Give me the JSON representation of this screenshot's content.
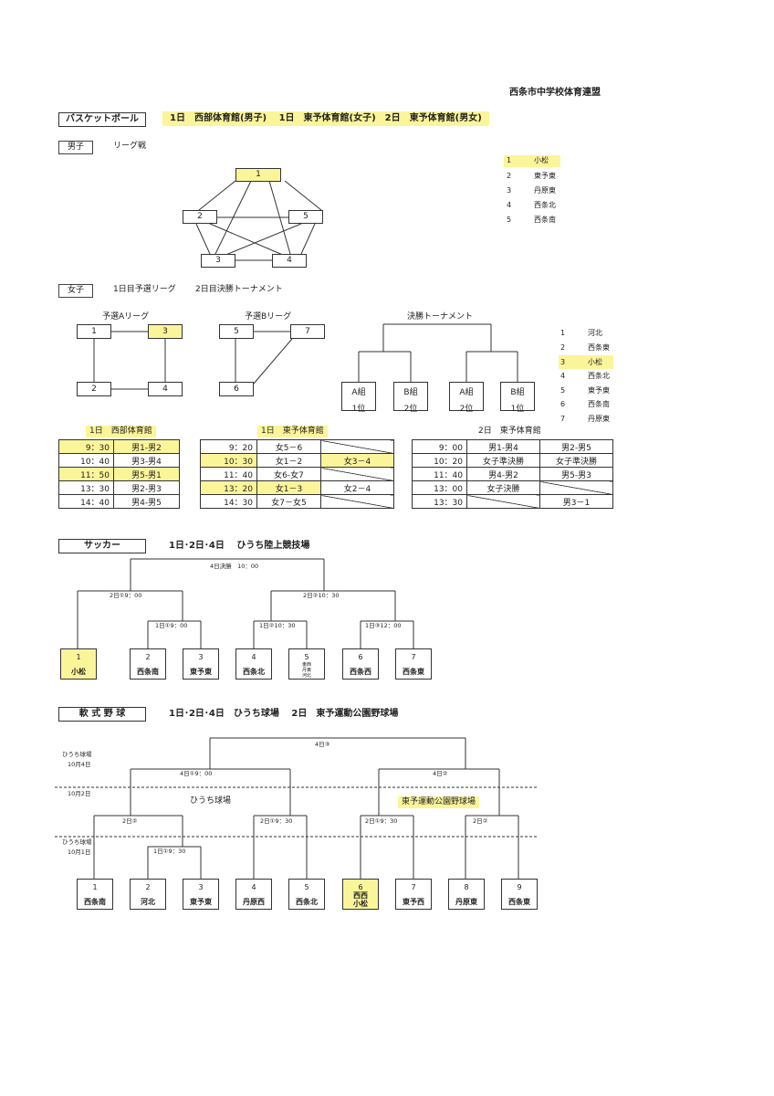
{
  "org": "西条市中学校体育連盟",
  "basketball": {
    "title": "バスケットボール",
    "venues": "1日　西部体育館(男子)　 1日　東予体育館(女子)　2日　東予体育館(男女)",
    "boys": {
      "label": "男子",
      "format": "リーグ戦",
      "nodes": [
        "1",
        "2",
        "5",
        "3",
        "4"
      ],
      "teams": [
        {
          "no": "1",
          "name": "小松"
        },
        {
          "no": "2",
          "name": "東予東"
        },
        {
          "no": "3",
          "name": "丹原東"
        },
        {
          "no": "4",
          "name": "西条北"
        },
        {
          "no": "5",
          "name": "西条南"
        }
      ]
    },
    "girls": {
      "label": "女子",
      "format1": "1日目予選リーグ",
      "format2": "2日目決勝トーナメント",
      "league_a": {
        "title": "予選Aリーグ",
        "nodes": [
          "1",
          "3",
          "2",
          "4"
        ]
      },
      "league_b": {
        "title": "予選Bリーグ",
        "nodes": [
          "5",
          "7",
          "6"
        ]
      },
      "final": {
        "title": "決勝トーナメント",
        "boxes": [
          {
            "group": "A組",
            "rank": "1位"
          },
          {
            "group": "B組",
            "rank": "2位"
          },
          {
            "group": "A組",
            "rank": "2位"
          },
          {
            "group": "B組",
            "rank": "1位"
          }
        ]
      },
      "teams": [
        {
          "no": "1",
          "name": "河北"
        },
        {
          "no": "2",
          "name": "西条東"
        },
        {
          "no": "3",
          "name": "小松"
        },
        {
          "no": "4",
          "name": "西条北"
        },
        {
          "no": "5",
          "name": "東予東"
        },
        {
          "no": "6",
          "name": "西条南"
        },
        {
          "no": "7",
          "name": "丹原東"
        }
      ]
    },
    "schedule1": {
      "title": "1日　西部体育館",
      "rows": [
        [
          "9：30",
          "男1-男2"
        ],
        [
          "10：40",
          "男3-男4"
        ],
        [
          "11：50",
          "男5-男1"
        ],
        [
          "13：30",
          "男2-男3"
        ],
        [
          "14：40",
          "男4-男5"
        ]
      ]
    },
    "schedule2": {
      "title": "1日　東予体育館",
      "rows": [
        [
          "9：20",
          "女5－6",
          ""
        ],
        [
          "10：30",
          "女1－2",
          "女3－4"
        ],
        [
          "11：40",
          "女6-女7",
          ""
        ],
        [
          "13：20",
          "女1－3",
          "女2－4"
        ],
        [
          "14：30",
          "女7－女5",
          ""
        ]
      ]
    },
    "schedule3": {
      "title": "2日　東予体育館",
      "rows": [
        [
          "9：00",
          "男1-男4",
          "男2-男5"
        ],
        [
          "10：20",
          "女子準決勝",
          "女子準決勝"
        ],
        [
          "11：40",
          "男4-男2",
          "男5-男3"
        ],
        [
          "13：00",
          "女子決勝",
          ""
        ],
        [
          "13：30",
          "",
          "男3－1"
        ]
      ]
    }
  },
  "soccer": {
    "title": "サッカー",
    "info": "1日･2日･4日　 ひうち陸上競技場",
    "final_label": "4日決勝　10：00",
    "semi_left": "2日①9：00",
    "semi_right": "2日②10：30",
    "r1_a": "1日①9：00",
    "r1_b": "1日②10：30",
    "r1_c": "1日③12：00",
    "teams": [
      {
        "no": "1",
        "name": "小松"
      },
      {
        "no": "2",
        "name": "西条南"
      },
      {
        "no": "3",
        "name": "東予東"
      },
      {
        "no": "4",
        "name": "西条北"
      },
      {
        "no": "5",
        "name": "東西\n丹東\n河北"
      },
      {
        "no": "6",
        "name": "西条西"
      },
      {
        "no": "7",
        "name": "西条東"
      }
    ]
  },
  "baseball": {
    "title": "軟 式 野 球",
    "info": "1日･2日･4日　ひうち球場　 2日　東予運動公園野球場",
    "final_label": "4日③",
    "semi_left": "4日①9：00",
    "semi_right": "4日②",
    "venue_left": "ひうち球場",
    "venue_right": "東予運動公園野球場",
    "day4_venue": "ひうち球場",
    "day4_date": "10月4日",
    "day2_date": "10月2日",
    "day1_venue": "ひうち球場",
    "day1_date": "10月1日",
    "r2_a": "2日②",
    "r2_b": "2日①9：30",
    "r2_c": "2日①9：30",
    "r2_d": "2日②",
    "r1": "1日①9：30",
    "teams": [
      {
        "no": "1",
        "name": "西条南"
      },
      {
        "no": "2",
        "name": "河北"
      },
      {
        "no": "3",
        "name": "東予東"
      },
      {
        "no": "4",
        "name": "丹原西"
      },
      {
        "no": "5",
        "name": "西条北"
      },
      {
        "no": "6",
        "name": "西西\n小松"
      },
      {
        "no": "7",
        "name": "東予西"
      },
      {
        "no": "8",
        "name": "丹原東"
      },
      {
        "no": "9",
        "name": "西条東"
      }
    ]
  },
  "colors": {
    "highlight": "#fbf59a",
    "line": "#333333"
  }
}
